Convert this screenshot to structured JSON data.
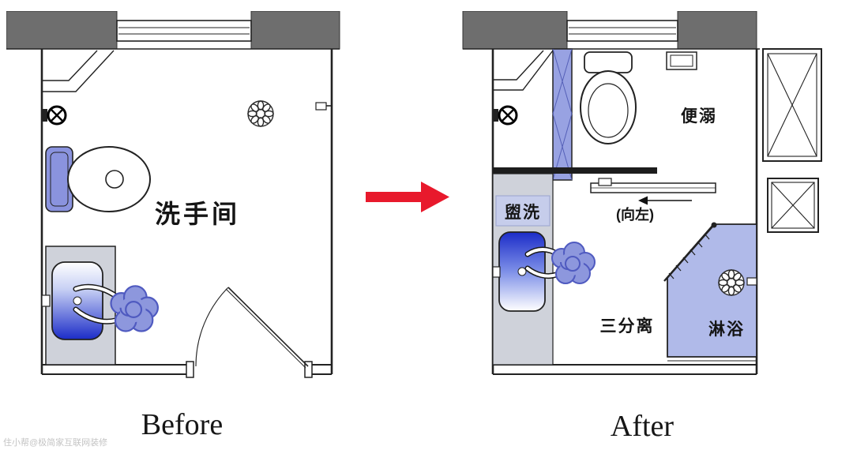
{
  "before_plan": {
    "caption": "Before",
    "room_label": "洗手间"
  },
  "after_plan": {
    "caption": "After",
    "toilet_zone_label": "便溺",
    "wash_zone_label": "盥洗",
    "sliding_door_direction": "(向左)",
    "separation_label": "三分离",
    "shower_zone_label": "淋浴"
  },
  "watermark": "住小帮@极简家互联网装修",
  "colors": {
    "wall_gray": "#6e6e6e",
    "fixture_blue": "#8a93de",
    "partition_blue": "#98a2e2",
    "shower_blue": "#b0bae9",
    "counter_gray": "#cfd2da",
    "wash_patch_blue": "#c6cdeb",
    "arrow_red": "#e8192c"
  }
}
